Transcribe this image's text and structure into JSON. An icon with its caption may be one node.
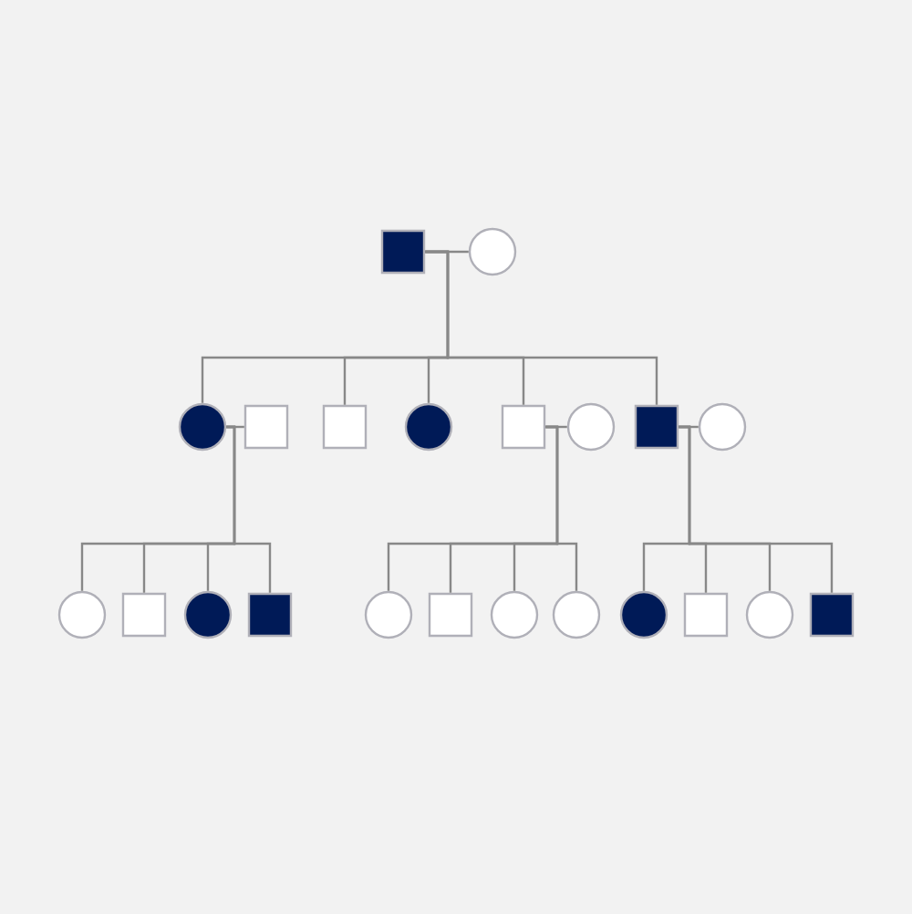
{
  "diagram": {
    "nodes": [
      {
        "text": [],
        "shape": "box"
      },
      {
        "text": [],
        "shape": "circle"
      },
      {
        "text": [],
        "shape": "circle"
      },
      {
        "text": [],
        "shape": "box"
      },
      {
        "text": [],
        "shape": "box"
      },
      {
        "text": [],
        "shape": "circle"
      },
      {
        "text": [],
        "shape": "box"
      },
      {
        "text": [],
        "shape": "circle"
      },
      {
        "text": [],
        "shape": "box"
      },
      {
        "text": [],
        "shape": "circle"
      },
      {
        "text": [],
        "shape": "circle"
      },
      {
        "text": [],
        "shape": "box"
      },
      {
        "text": [],
        "shape": "circle"
      },
      {
        "text": [],
        "shape": "box"
      },
      {
        "text": [],
        "shape": "circle"
      },
      {
        "text": [],
        "shape": "box"
      },
      {
        "text": [],
        "shape": "circle"
      },
      {
        "text": [],
        "shape": "circle"
      },
      {
        "text": [],
        "shape": "circle"
      },
      {
        "text": [],
        "shape": "box"
      },
      {
        "text": [],
        "shape": "circle"
      },
      {
        "text": [],
        "shape": "box"
      }
    ],
    "edges": [
      {
        "from": 0,
        "to": 1,
        "arrow": "none"
      },
      {
        "from": 0,
        "to": 2,
        "arrow": "none"
      },
      {
        "from": 0,
        "to": 4,
        "arrow": "none"
      },
      {
        "from": 0,
        "to": 5,
        "arrow": "none"
      },
      {
        "from": 0,
        "to": 6,
        "arrow": "none"
      },
      {
        "from": 0,
        "to": 8,
        "arrow": "none"
      },
      {
        "from": 2,
        "to": 3,
        "arrow": "none"
      },
      {
        "from": 6,
        "to": 7,
        "arrow": "none"
      },
      {
        "from": 8,
        "to": 9,
        "arrow": "none"
      },
      {
        "from": 2,
        "to": 10,
        "arrow": "none"
      },
      {
        "from": 2,
        "to": 11,
        "arrow": "none"
      },
      {
        "from": 2,
        "to": 12,
        "arrow": "none"
      },
      {
        "from": 2,
        "to": 13,
        "arrow": "none"
      },
      {
        "from": 6,
        "to": 14,
        "arrow": "none"
      },
      {
        "from": 6,
        "to": 15,
        "arrow": "none"
      },
      {
        "from": 6,
        "to": 16,
        "arrow": "none"
      },
      {
        "from": 6,
        "to": 17,
        "arrow": "none"
      },
      {
        "from": 8,
        "to": 18,
        "arrow": "none"
      },
      {
        "from": 8,
        "to": 19,
        "arrow": "none"
      },
      {
        "from": 8,
        "to": 20,
        "arrow": "none"
      },
      {
        "from": 8,
        "to": 21,
        "arrow": "none"
      }
    ]
  }
}
